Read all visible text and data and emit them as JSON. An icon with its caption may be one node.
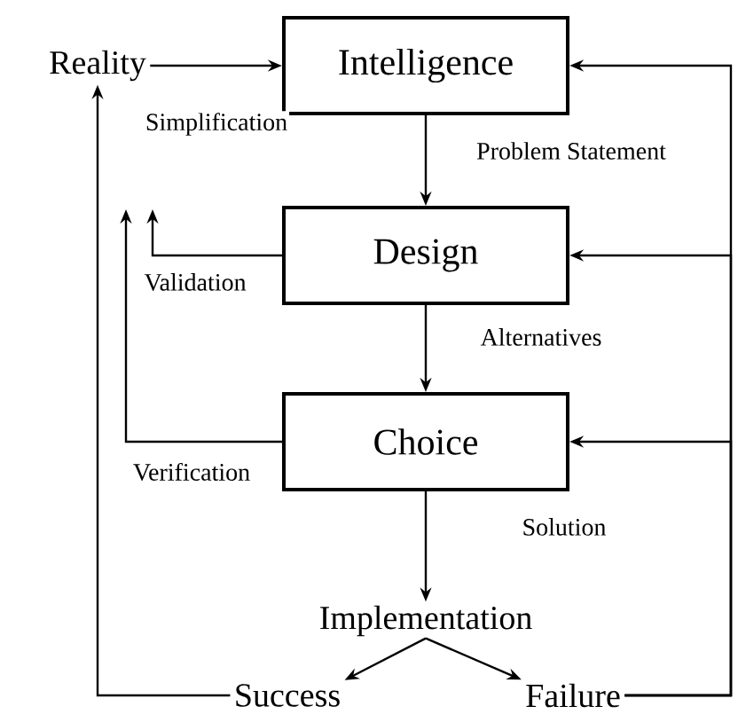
{
  "diagram": {
    "nodes": [
      {
        "text": [
          "Reality"
        ]
      },
      {
        "text": [
          "Intelligence"
        ]
      },
      {
        "text": [
          "Design"
        ]
      },
      {
        "text": [
          "Choice"
        ]
      },
      {
        "text": [
          "Implementation"
        ]
      },
      {
        "text": [
          "Success"
        ]
      },
      {
        "text": [
          "Failure"
        ]
      }
    ],
    "edges": [
      {
        "from": 0,
        "to": 1,
        "arrow": "to"
      },
      {
        "from": 1,
        "to": 2,
        "arrow": "to",
        "label": "Problem Statement"
      },
      {
        "from": 2,
        "to": 3,
        "arrow": "to",
        "label": "Alternatives"
      },
      {
        "from": 3,
        "to": 4,
        "arrow": "to",
        "label": "Solution"
      },
      {
        "from": 4,
        "to": 5,
        "arrow": "to"
      },
      {
        "from": 4,
        "to": 6,
        "arrow": "to"
      },
      {
        "from": 5,
        "to": 0,
        "arrow": "to",
        "label": "Simplification"
      },
      {
        "from": 6,
        "to": 1,
        "arrow": "to"
      },
      {
        "from": 6,
        "to": 2,
        "arrow": "to"
      },
      {
        "from": 6,
        "to": 3,
        "arrow": "to"
      },
      {
        "from": 2,
        "to": null,
        "arrow": "to",
        "label": "Validation"
      },
      {
        "from": 3,
        "to": null,
        "arrow": "to",
        "label": "Verification"
      }
    ]
  }
}
